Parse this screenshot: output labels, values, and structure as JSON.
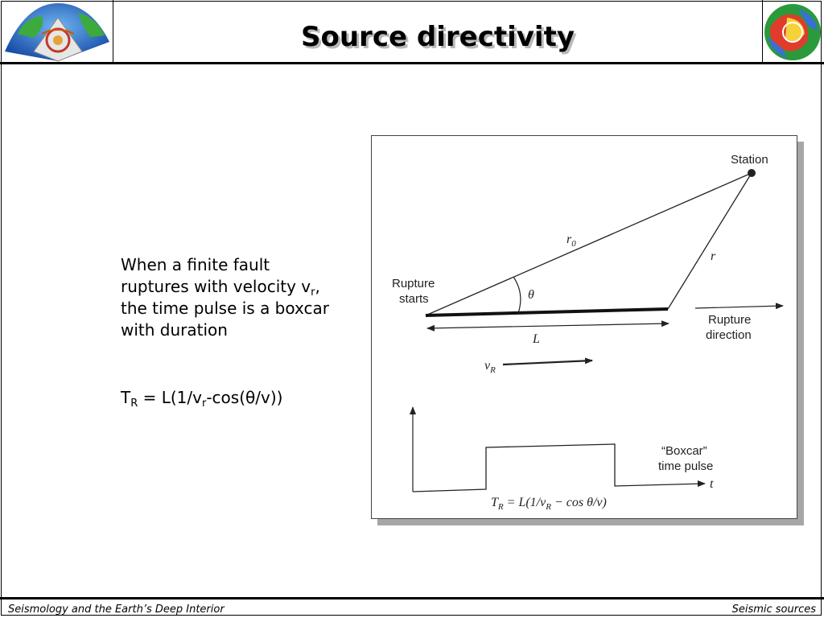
{
  "header": {
    "title": "Source directivity"
  },
  "body": {
    "line1": "When a finite fault",
    "line2_prefix": "ruptures with velocity v",
    "line2_sub": "r",
    "line2_suffix": ",",
    "line3": "the time pulse is a boxcar",
    "line4": "with duration"
  },
  "formula": {
    "t": "T",
    "t_sub": "R",
    "middle": " = L(1/v",
    "v_sub": "r",
    "tail": "-cos(θ/v))"
  },
  "figure": {
    "station": "Station",
    "r0": "r",
    "r0_sub": "0",
    "r": "r",
    "theta": "θ",
    "rupture_starts_1": "Rupture",
    "rupture_starts_2": "starts",
    "L": "L",
    "rupture_direction_1": "Rupture",
    "rupture_direction_2": "direction",
    "vR": "v",
    "vR_sub": "R",
    "boxcar_1": "“Boxcar”",
    "boxcar_2": "time pulse",
    "t_axis": "t",
    "formula_T": "T",
    "formula_T_sub": "R",
    "formula_eq": " = L(1/v",
    "formula_v_sub": "R",
    "formula_rest": " − cos θ/v)"
  },
  "footer": {
    "left": "Seismology and the Earth’s Deep Interior",
    "right": "Seismic sources"
  }
}
